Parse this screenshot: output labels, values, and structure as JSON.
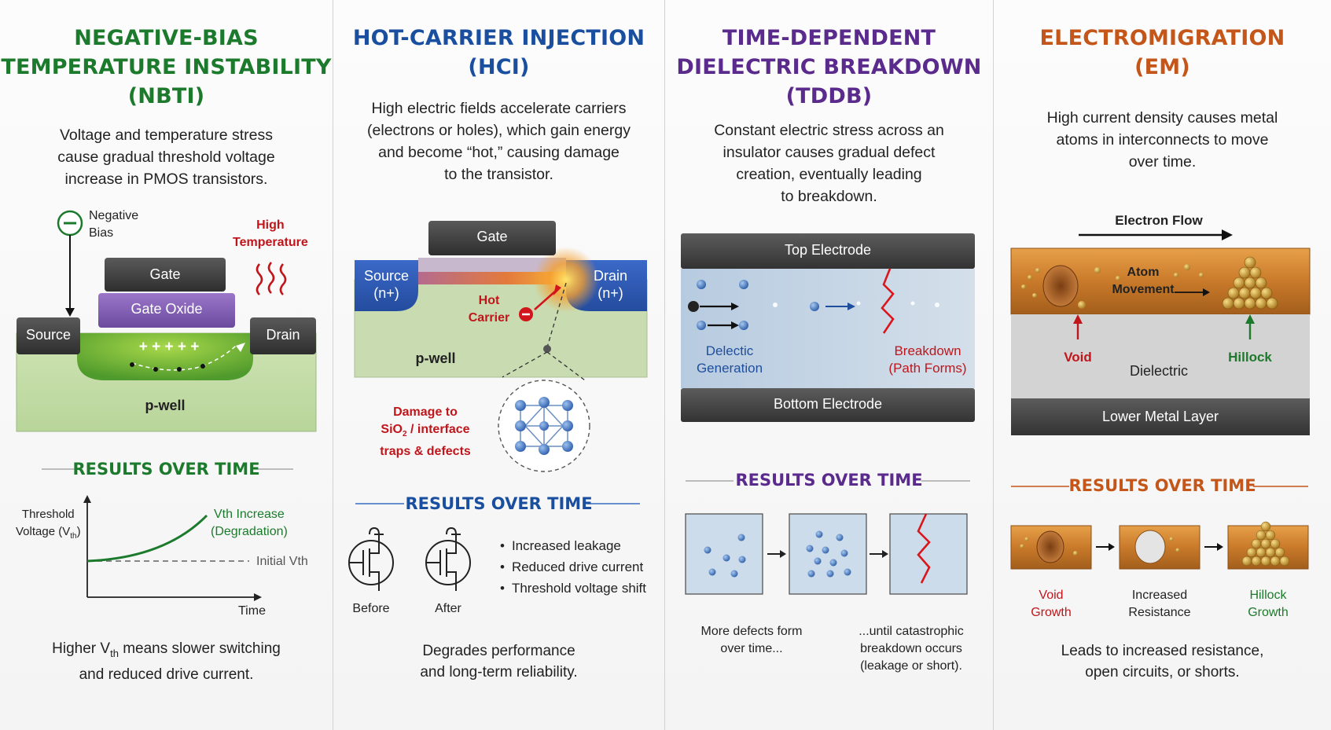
{
  "colors": {
    "nbti": "#1c7a2c",
    "hci": "#1a4fa0",
    "tddb": "#5a2a8c",
    "em": "#c4561a",
    "red": "#c0161b"
  },
  "nbti": {
    "title": [
      "NEGATIVE-BIAS",
      "TEMPERATURE INSTABILITY",
      "(NBTI)"
    ],
    "description": [
      "Voltage and temperature stress",
      "cause gradual threshold voltage",
      "increase in PMOS transistors."
    ],
    "diagram": {
      "negative_bias": [
        "Negative",
        "Bias"
      ],
      "high_temperature": [
        "High",
        "Temperature"
      ],
      "gate": "Gate",
      "gate_oxide": "Gate Oxide",
      "source": "Source",
      "drain": "Drain",
      "pwell": "p-well",
      "charges": "+ + + + +"
    },
    "results_title": "RESULTS OVER TIME",
    "chart": {
      "ylabel_line1": "Threshold",
      "ylabel_line2_prefix": "Voltage (V",
      "ylabel_line2_sub": "th",
      "ylabel_line2_suffix": ")",
      "xlabel": "Time",
      "curve_label": [
        "Vth Increase",
        "(Degradation)"
      ],
      "baseline_label": "Initial Vth"
    },
    "footer_line1_prefix": "Higher V",
    "footer_line1_sub": "th",
    "footer_line1_suffix": " means slower switching",
    "footer_line2": "and reduced drive current."
  },
  "hci": {
    "title": [
      "HOT-CARRIER INJECTION",
      "(HCI)"
    ],
    "description": [
      "High electric fields accelerate carriers",
      "(electrons or holes), which gain energy",
      "and become “hot,” causing damage",
      "to the transistor."
    ],
    "diagram": {
      "gate": "Gate",
      "source": [
        "Source",
        "(n+)"
      ],
      "drain": [
        "Drain",
        "(n+)"
      ],
      "hot_carrier": [
        "Hot",
        "Carrier"
      ],
      "pwell": "p-well",
      "damage_line1": "Damage to",
      "damage_line2_prefix": "SiO",
      "damage_line2_sub": "2",
      "damage_line2_suffix": " / interface",
      "damage_line3": "traps & defects"
    },
    "results_title": "RESULTS OVER TIME",
    "before": "Before",
    "after": "After",
    "bullets": [
      "Increased leakage",
      "Reduced drive current",
      "Threshold voltage shift"
    ],
    "footer": [
      "Degrades performance",
      "and long-term reliability."
    ]
  },
  "tddb": {
    "title": [
      "TIME-DEPENDENT",
      "DIELECTRIC BREAKDOWN",
      "(TDDB)"
    ],
    "description": [
      "Constant electric stress across an",
      "insulator causes gradual defect",
      "creation, eventually leading",
      "to breakdown."
    ],
    "diagram": {
      "top_electrode": "Top Electrode",
      "bottom_electrode": "Bottom Electrode",
      "defect_generation": [
        "Delectic",
        "Generation"
      ],
      "breakdown": [
        "Breakdown",
        "(Path Forms)"
      ]
    },
    "results_title": "RESULTS OVER TIME",
    "caption_left": [
      "More defects form",
      "over time..."
    ],
    "caption_right": [
      "...until catastrophic",
      "breakdown occurs",
      "(leakage or short)."
    ]
  },
  "em": {
    "title": [
      "ELECTROMIGRATION",
      "(EM)"
    ],
    "description": [
      "High current density causes metal",
      "atoms in interconnects to move",
      "over time."
    ],
    "diagram": {
      "electron_flow": "Electron Flow",
      "atom_movement": [
        "Atom",
        "Movement"
      ],
      "void": "Void",
      "hillock": "Hillock",
      "dielectric": "Dielectric",
      "lower_metal": "Lower Metal Layer"
    },
    "results_title": "RESULTS OVER TIME",
    "stages": [
      [
        "Void",
        "Growth"
      ],
      [
        "Increased",
        "Resistance"
      ],
      [
        "Hillock",
        "Growth"
      ]
    ],
    "footer": [
      "Leads to increased resistance,",
      "open circuits, or shorts."
    ]
  }
}
